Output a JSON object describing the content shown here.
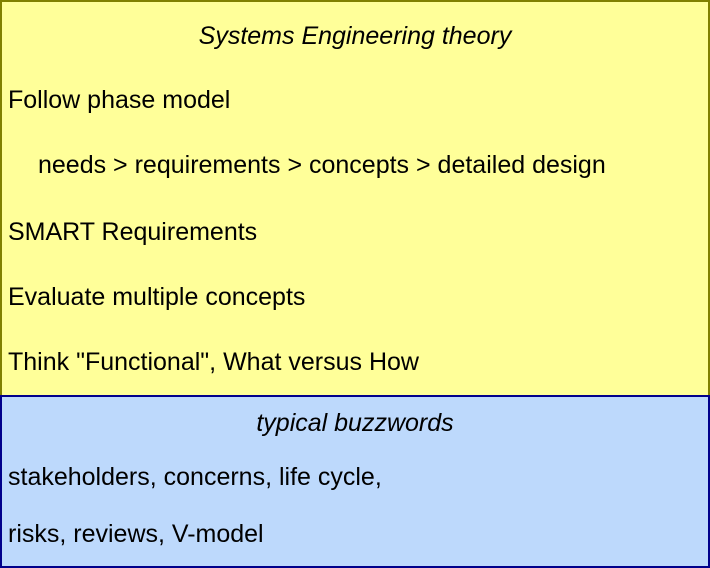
{
  "slide": {
    "colors": {
      "theory_background": "#ffff99",
      "theory_border": "#808000",
      "buzzwords_background": "#bdd9fc",
      "buzzwords_border": "#00008b",
      "text": "#000000"
    },
    "theory_panel": {
      "title": "Systems Engineering theory",
      "lines": [
        "Follow phase model",
        "needs > requirements > concepts > detailed design",
        "SMART Requirements",
        "Evaluate multiple concepts",
        "Think \"Functional\", What versus How"
      ]
    },
    "buzzwords_panel": {
      "title": "typical buzzwords",
      "lines": [
        "stakeholders, concerns, life cycle,",
        "risks, reviews, V-model"
      ]
    }
  }
}
